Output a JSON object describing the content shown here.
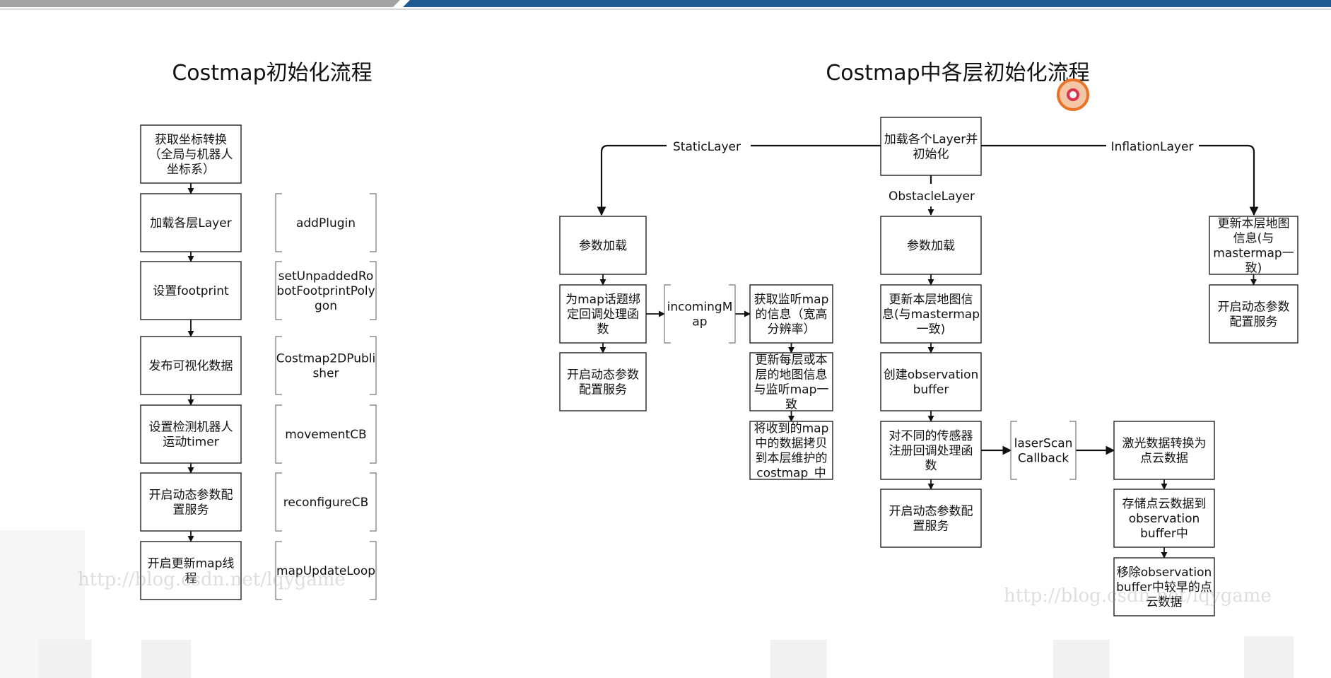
{
  "colors": {
    "top_bar_gray": "#9a9a9a",
    "top_bar_blue": "#1f5a92",
    "cursor_ring": "#e8742a",
    "cursor_dot": "#d9334f"
  },
  "left": {
    "title": "Costmap初始化流程",
    "steps": [
      [
        "获取坐标转换",
        "（全局与机器人",
        "坐标系）"
      ],
      [
        "加载各层Layer"
      ],
      [
        "设置footprint"
      ],
      [
        "发布可视化数据"
      ],
      [
        "设置检测机器人",
        "运动timer"
      ],
      [
        "开启动态参数配",
        "置服务"
      ],
      [
        "开启更新map线",
        "程"
      ]
    ],
    "annotations": [
      [
        "addPlugin"
      ],
      [
        "setUnpaddedRo",
        "botFootprintPoly",
        "gon"
      ],
      [
        "Costmap2DPubli",
        "sher"
      ],
      [
        "movementCB"
      ],
      [
        "reconfigureCB"
      ],
      [
        "mapUpdateLoop"
      ]
    ]
  },
  "right": {
    "title": "Costmap中各层初始化流程",
    "root": [
      "加载各个Layer并",
      "初始化"
    ],
    "branch_labels": {
      "static": "StaticLayer",
      "obstacle": "ObstacleLayer",
      "inflation": "InflationLayer"
    },
    "static": {
      "steps": [
        [
          "参数加载"
        ],
        [
          "为map话题绑",
          "定回调处理函",
          "数"
        ],
        [
          "开启动态参数",
          "配置服务"
        ]
      ],
      "callback_annotation": [
        "incomingM",
        "ap"
      ],
      "callback_steps": [
        [
          "获取监听map",
          "的信息（宽高",
          "分辨率）"
        ],
        [
          "更新每层或本",
          "层的地图信息",
          "与监听map一",
          "致"
        ],
        [
          "将收到的map",
          "中的数据拷贝",
          "到本层维护的",
          "costmap_中"
        ]
      ]
    },
    "obstacle": {
      "steps": [
        [
          "参数加载"
        ],
        [
          "更新本层地图信",
          "息(与mastermap",
          "一致)"
        ],
        [
          "创建observation",
          "buffer"
        ],
        [
          "对不同的传感器",
          "注册回调处理函",
          "数"
        ],
        [
          "开启动态参数配",
          "置服务"
        ]
      ],
      "callback_annotation": [
        "laserScan",
        "Callback"
      ],
      "callback_steps": [
        [
          "激光数据转换为",
          "点云数据"
        ],
        [
          "存储点云数据到",
          "observation",
          "buffer中"
        ],
        [
          "移除observation",
          "buffer中较早的点",
          "云数据"
        ]
      ]
    },
    "inflation": {
      "steps": [
        [
          "更新本层地图",
          "信息(与",
          "mastermap一",
          "致)"
        ],
        [
          "开启动态参数",
          "配置服务"
        ]
      ]
    }
  },
  "watermarks": [
    "http://blog.csdn.net/lqygame",
    "http://blog.csdn.net/lqygame"
  ]
}
